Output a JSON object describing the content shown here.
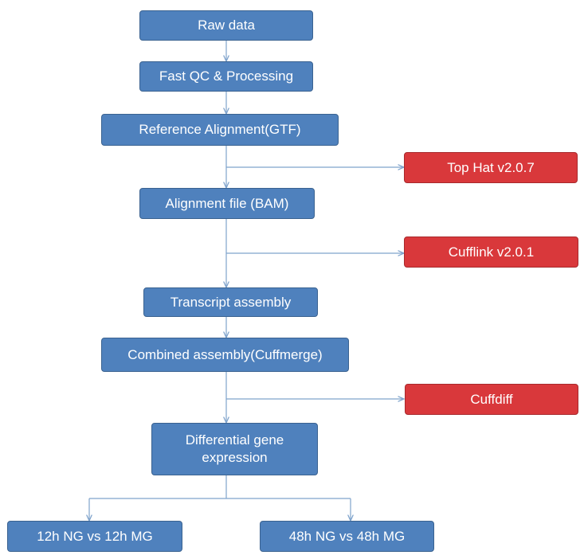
{
  "colors": {
    "process_fill": "#4f81bd",
    "tool_fill": "#d9383b",
    "connector": "#7fa3cc",
    "text": "#ffffff"
  },
  "nodes": {
    "raw_data": "Raw data",
    "fast_qc": "Fast QC & Processing",
    "reference_alignment": "Reference Alignment(GTF)",
    "tophat": "Top Hat v2.0.7",
    "alignment_file": "Alignment file (BAM)",
    "cufflink": "Cufflink v2.0.1",
    "transcript_assembly": "Transcript assembly",
    "combined_assembly": "Combined assembly(Cuffmerge)",
    "cuffdiff": "Cuffdiff",
    "differential_expression": "Differential gene expression",
    "comparison_12h": "12h NG vs 12h MG",
    "comparison_48h": "48h NG vs 48h MG"
  },
  "edges": [
    [
      "raw_data",
      "fast_qc"
    ],
    [
      "fast_qc",
      "reference_alignment"
    ],
    [
      "reference_alignment",
      "alignment_file"
    ],
    [
      "reference_alignment",
      "tophat"
    ],
    [
      "alignment_file",
      "transcript_assembly"
    ],
    [
      "alignment_file",
      "cufflink"
    ],
    [
      "transcript_assembly",
      "combined_assembly"
    ],
    [
      "combined_assembly",
      "differential_expression"
    ],
    [
      "combined_assembly",
      "cuffdiff"
    ],
    [
      "differential_expression",
      "comparison_12h"
    ],
    [
      "differential_expression",
      "comparison_48h"
    ]
  ]
}
